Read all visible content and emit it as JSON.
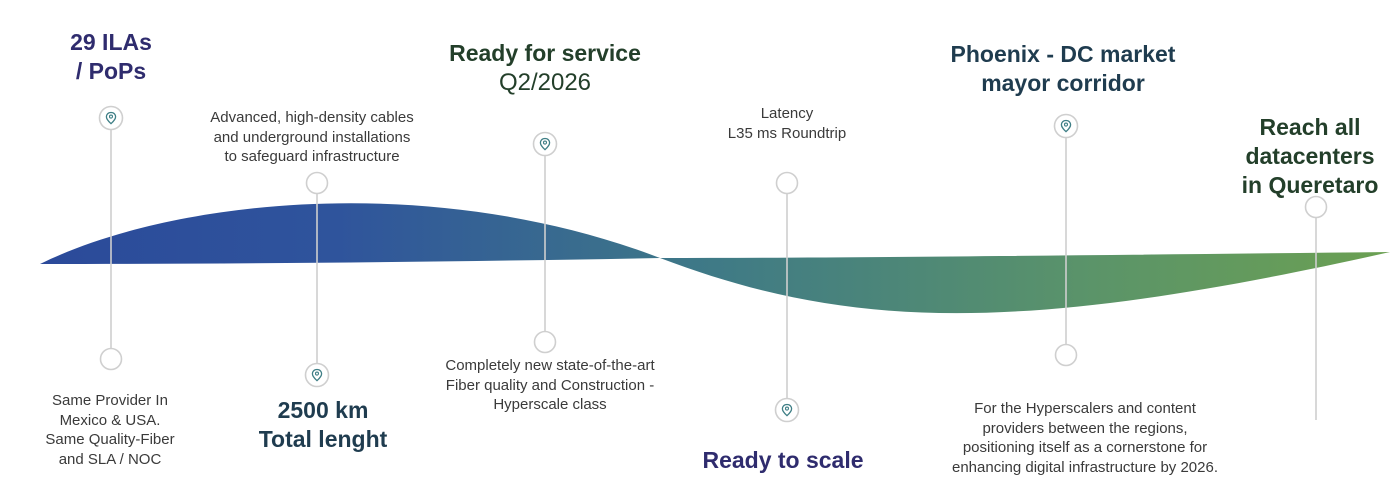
{
  "milestones": [
    {
      "id": "ilas",
      "heading": [
        "29 ILAs",
        "/ PoPs"
      ]
    },
    {
      "id": "cables",
      "desc": [
        "Advanced, high-density cables",
        "and underground installations",
        "to safeguard infrastructure"
      ]
    },
    {
      "id": "service",
      "heading": [
        "Ready for service"
      ],
      "subheading": "Q2/2026"
    },
    {
      "id": "latency",
      "desc": [
        "Latency",
        "L35 ms Roundtrip"
      ]
    },
    {
      "id": "phoenix",
      "heading": [
        "Phoenix - DC market",
        "mayor corridor"
      ]
    },
    {
      "id": "queretaro",
      "heading": [
        "Reach all",
        "datacenters",
        "in Queretaro"
      ]
    },
    {
      "id": "provider",
      "desc": [
        "Same Provider In",
        "Mexico & USA.",
        "Same Quality-Fiber",
        "and SLA / NOC"
      ]
    },
    {
      "id": "length",
      "heading": [
        "2500 km",
        "Total lenght"
      ]
    },
    {
      "id": "fiber",
      "desc": [
        "Completely new state-of-the-art",
        "Fiber quality and Construction  -",
        "Hyperscale class"
      ]
    },
    {
      "id": "scale",
      "heading": [
        "Ready to scale"
      ]
    },
    {
      "id": "hyperscalers",
      "desc": [
        "For the Hyperscalers and content",
        "providers between the regions,",
        "positioning itself as a cornerstone for",
        "enhancing digital infrastructure by 2026."
      ]
    }
  ],
  "icons": {
    "pin": "location-pin-icon",
    "node": "circle-node"
  },
  "colors": {
    "navy_heading": "#2f2c6e",
    "green_heading": "#233f2a",
    "dark_heading": "#1f3c4f",
    "wave_start": "#2b4a9a",
    "wave_mid": "#3f7a86",
    "wave_end": "#6ba052",
    "connector": "#cfcfcf",
    "pin_accent": "#3f7f86"
  }
}
